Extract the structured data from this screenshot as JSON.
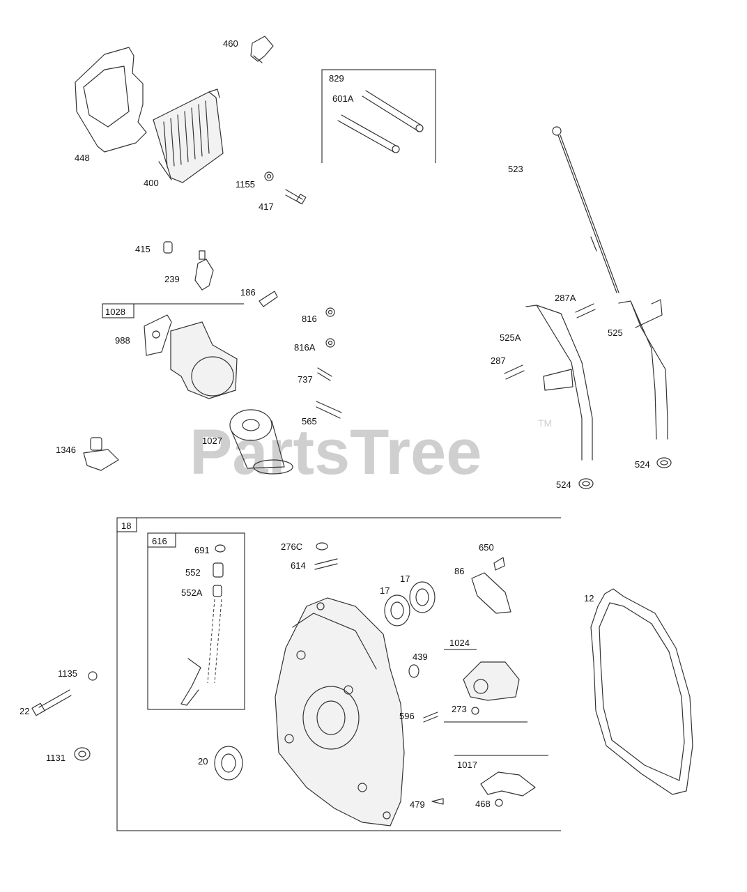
{
  "watermark": {
    "text": "PartsTree",
    "mark": "TM"
  },
  "labels": {
    "p448": "448",
    "p460": "460",
    "p400": "400",
    "p829": "829",
    "p601A": "601A",
    "p1155": "1155",
    "p417": "417",
    "p523": "523",
    "p415": "415",
    "p239": "239",
    "p186": "186",
    "p1028": "1028",
    "p988": "988",
    "p816": "816",
    "p816A": "816A",
    "p737": "737",
    "p565": "565",
    "p1027": "1027",
    "p1346": "1346",
    "p287A": "287A",
    "p525A": "525A",
    "p525": "525",
    "p287": "287",
    "p524a": "524",
    "p524b": "524",
    "p18": "18",
    "p616": "616",
    "p691": "691",
    "p552": "552",
    "p552A": "552A",
    "p276C": "276C",
    "p614": "614",
    "p650": "650",
    "p86": "86",
    "p17a": "17",
    "p17b": "17",
    "p12": "12",
    "p1024": "1024",
    "p439": "439",
    "p1135": "1135",
    "p22": "22",
    "p596": "596",
    "p273": "273",
    "p1131": "1131",
    "p20": "20",
    "p1017": "1017",
    "p479": "479",
    "p468": "468"
  }
}
